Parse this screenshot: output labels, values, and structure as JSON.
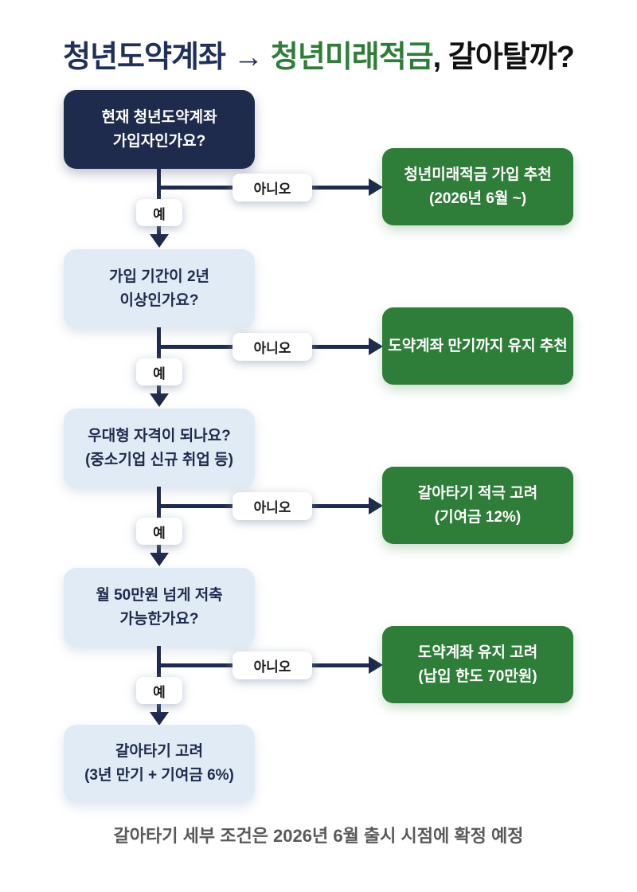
{
  "title": {
    "part1": "청년도약계좌",
    "arrow": "→",
    "part2": "청년미래적금",
    "part3": ", 갈아탈까?"
  },
  "flow": {
    "yes_label": "예",
    "no_label": "아니오",
    "steps": [
      {
        "question_line1": "현재 청년도약계좌",
        "question_line2": "가입자인가요?",
        "outcome_line1": "청년미래적금 가입 추천",
        "outcome_line2": "(2026년 6월 ~)"
      },
      {
        "question_line1": "가입 기간이 2년",
        "question_line2": "이상인가요?",
        "outcome_line1": "도약계좌 만기까지 유지 추천",
        "outcome_line2": ""
      },
      {
        "question_line1": "우대형 자격이 되나요?",
        "question_line2": "(중소기업 신규 취업 등)",
        "outcome_line1": "갈아타기 적극 고려",
        "outcome_line2": "(기여금 12%)"
      },
      {
        "question_line1": "월 50만원 넘게 저축",
        "question_line2": "가능한가요?",
        "outcome_line1": "도약계좌 유지 고려",
        "outcome_line2": "(납입 한도 70만원)"
      }
    ],
    "final_line1": "갈아타기 고려",
    "final_line2": "(3년 만기 + 기여금 6%)"
  },
  "footer": "갈아타기 세부 조건은 2026년 6월 출시 시점에 확정 예정",
  "colors": {
    "navy": "#1f2b4d",
    "light_blue": "#e0ebf5",
    "green": "#2e7d38",
    "title_navy": "#1f3059",
    "footer_gray": "#595959",
    "background": "#ffffff"
  }
}
